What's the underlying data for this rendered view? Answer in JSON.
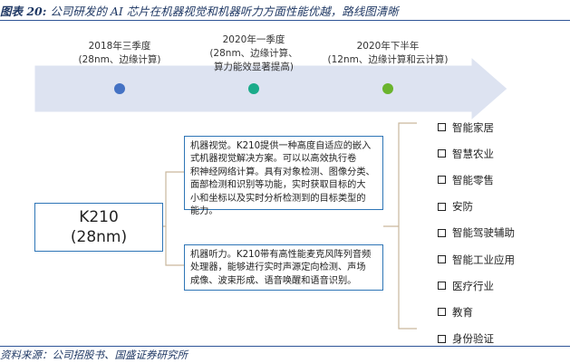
{
  "header": {
    "figure_no": "图表 20:",
    "title": "公司研发的 AI 芯片在机器视觉和机器听力方面性能优越，路线图清晰"
  },
  "timeline": [
    {
      "period": "2018年三季度",
      "detail": "(28nm、边缘计算)",
      "dot_color": "#4472c4"
    },
    {
      "period": "2020年一季度",
      "detail": "(28nm、边缘计算、算力能效显著提高)",
      "detail_lines": [
        "(28nm、边缘计算、",
        "算力能效显著提高)"
      ],
      "dot_color": "#1aab8a"
    },
    {
      "period": "2020年下半年",
      "detail": "(12nm、边缘计算和云计算)",
      "dot_color": "#6ab42d"
    }
  ],
  "product": {
    "name": "K210",
    "process": "(28nm)"
  },
  "descriptions": {
    "vision": "机器视觉。K210提供一种高度自适应的嵌入式机器视觉解决方案。可以以高效执行卷积神经网络计算。具有对象检测、图像分类、面部检测和识别等功能，实时获取目标的大小和坐标以及实时分析检测到的目标类型的能力。",
    "vision_lines": [
      "机器视觉。K210提供一种高度自适应的嵌入",
      "式机器视觉解决方案。可以以高效执行卷",
      "积神经网络计算。具有对象检测、图像分类、",
      "面部检测和识别等功能，实时获取目标的大",
      "小和坐标以及实时分析检测到的目标类型的",
      "能力。"
    ],
    "hearing": "机器听力。K210带有高性能麦克风阵列音频处理器，能够进行实时声源定向检测、声场成像、波束形成、语音唤醒和语音识别。",
    "hearing_lines": [
      "机器听力。K210带有高性能麦克风阵列音频",
      "处理器，能够进行实时声源定向检测、声场",
      "成像、波束形成、语音唤醒和语音识别。"
    ]
  },
  "applications": [
    "智能家居",
    "智慧农业",
    "智能零售",
    "安防",
    "智能驾驶辅助",
    "智能工业应用",
    "医疗行业",
    "教育",
    "身份验证"
  ],
  "footer": {
    "source": "资料来源：公司招股书、国盛证券研究所"
  },
  "colors": {
    "arrow_fill": "#dde3f1",
    "connector": "#c9b79c",
    "box_border": "#2e75b6",
    "title_color": "#1f3864"
  }
}
